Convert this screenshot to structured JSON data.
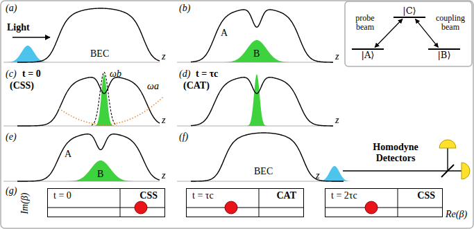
{
  "diagram": {
    "nodes": [
      {
        "text": [
          "|C⟩"
        ]
      },
      {
        "text": [
          "|A⟩"
        ]
      },
      {
        "text": [
          "|B⟩"
        ]
      },
      {
        "text": [
          "t = 0",
          "CSS"
        ]
      },
      {
        "text": [
          "t = τc",
          "CAT"
        ]
      },
      {
        "text": [
          "t = 2τc",
          "CSS"
        ]
      }
    ],
    "edges": [
      {
        "from": 1,
        "to": 0,
        "arrow": "both",
        "label": "probe beam"
      },
      {
        "from": 2,
        "to": 0,
        "arrow": "both",
        "label": "coupling beam"
      }
    ],
    "labels": [
      "(a)",
      "Light",
      "BEC",
      "z",
      "(b)",
      "A",
      "B",
      "z",
      "(c)",
      "t = 0",
      "(CSS)",
      "ωb",
      "ωa",
      "z",
      "(d)",
      "t = τc",
      "(CAT)",
      "z",
      "(e)",
      "A",
      "B",
      "z",
      "(f)",
      "BEC",
      "z",
      "Homodyne Detectors",
      "(g)",
      "Im(β)",
      "Re(β)"
    ]
  }
}
